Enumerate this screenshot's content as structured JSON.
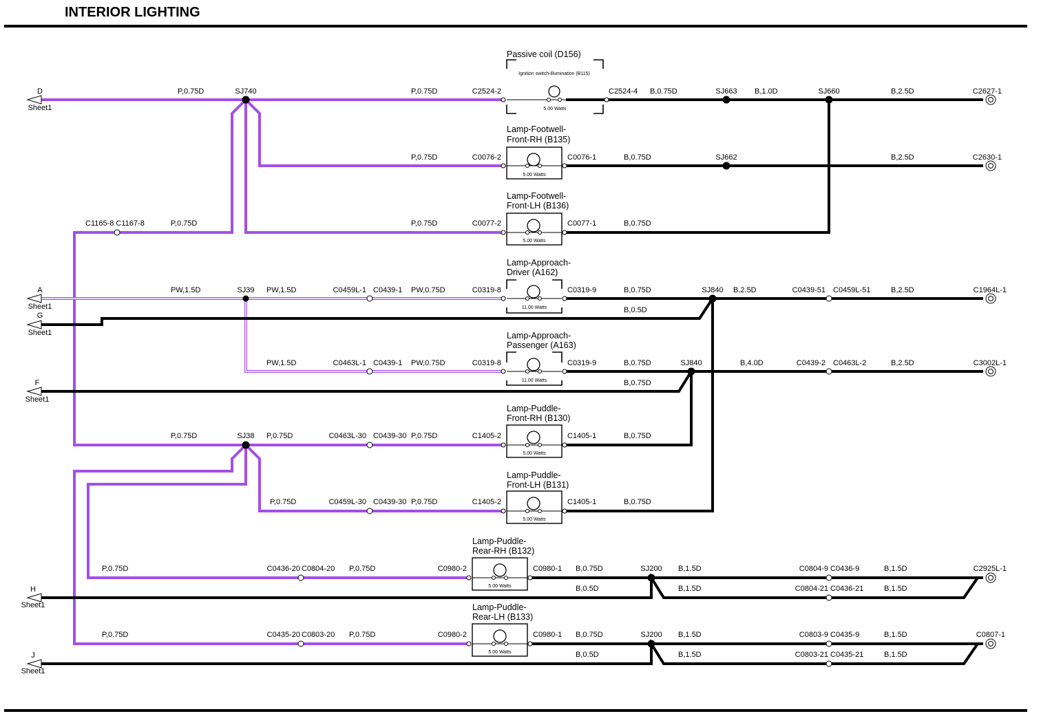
{
  "title": "INTERIOR LIGHTING",
  "sheet_refs": [
    {
      "id": "ref-d",
      "letter": "D",
      "sheet": "Sheet1"
    },
    {
      "id": "ref-a",
      "letter": "A",
      "sheet": "Sheet1"
    },
    {
      "id": "ref-g",
      "letter": "G",
      "sheet": "Sheet1"
    },
    {
      "id": "ref-f",
      "letter": "F",
      "sheet": "Sheet1"
    },
    {
      "id": "ref-h",
      "letter": "H",
      "sheet": "Sheet1"
    },
    {
      "id": "ref-j",
      "letter": "J",
      "sheet": "Sheet1"
    }
  ],
  "components": [
    {
      "id": "d156",
      "name": "Passive coil (D156)",
      "inner_label": "Ignition switch-illumination (B115)",
      "watts": "5.00 Watts"
    },
    {
      "id": "b135",
      "name_line1": "Lamp-Footwell-",
      "name_line2": "Front-RH (B135)",
      "watts": "5.00 Watts"
    },
    {
      "id": "b136",
      "name_line1": "Lamp-Footwell-",
      "name_line2": "Front-LH (B136)",
      "watts": "5.00 Watts"
    },
    {
      "id": "a162",
      "name_line1": "Lamp-Approach-",
      "name_line2": "Driver (A162)",
      "watts": "11.00 Watts"
    },
    {
      "id": "a163",
      "name_line1": "Lamp-Approach-",
      "name_line2": "Passenger (A163)",
      "watts": "11.00 Watts"
    },
    {
      "id": "b130",
      "name_line1": "Lamp-Puddle-",
      "name_line2": "Front-RH (B130)",
      "watts": "5.00 Watts"
    },
    {
      "id": "b131",
      "name_line1": "Lamp-Puddle-",
      "name_line2": "Front-LH (B131)",
      "watts": "5.00 Watts"
    },
    {
      "id": "b132",
      "name_line1": "Lamp-Puddle-",
      "name_line2": "Rear-RH (B132)",
      "watts": "5.00 Watts"
    },
    {
      "id": "b133",
      "name_line1": "Lamp-Puddle-",
      "name_line2": "Rear-LH (B133)",
      "watts": "5.00 Watts"
    }
  ],
  "splices": {
    "sj740": "SJ740",
    "sj663": "SJ663",
    "sj660": "SJ660",
    "sj662": "SJ662",
    "sj39": "SJ39",
    "sj840": "SJ840",
    "sj38": "SJ38",
    "sj200": "SJ200"
  },
  "connectors": {
    "c2524_2": "C2524-2",
    "c2524_4": "C2524-4",
    "c2627_1": "C2627-1",
    "c0076_2": "C0076-2",
    "c0076_1": "C0076-1",
    "c2630_1": "C2630-1",
    "c1165_c1167": "C1165-8 C1167-8",
    "c0077_2": "C0077-2",
    "c0077_1": "C0077-1",
    "c0459l_1": "C0459L-1",
    "c0439_1": "C0439-1",
    "c0319_8": "C0319-8",
    "c0319_9": "C0319-9",
    "c0439_51": "C0439-51",
    "c0459l_51": "C0459L-51",
    "c1964l_1": "C1964L-1",
    "c0463l_1": "C0463L-1",
    "c0439_2": "C0439-2",
    "c0463l_2": "C0463L-2",
    "c3002l_1": "C3002L-1",
    "c0463l_30": "C0463L-30",
    "c0439_30": "C0439-30",
    "c1405_2": "C1405-2",
    "c1405_1": "C1405-1",
    "c0459l_30": "C0459L-30",
    "c0436_20": "C0436-20",
    "c0804_20": "C0804-20",
    "c0980_2": "C0980-2",
    "c0980_1": "C0980-1",
    "c0804_9": "C0804-9",
    "c0436_9": "C0436-9",
    "c2925l_1": "C2925L-1",
    "c0804_21": "C0804-21",
    "c0436_21": "C0436-21",
    "c0435_20": "C0435-20",
    "c0803_20": "C0803-20",
    "c0803_9": "C0803-9",
    "c0435_9": "C0435-9",
    "c0807_1": "C0807-1",
    "c0803_21": "C0803-21",
    "c0435_21": "C0435-21"
  },
  "wires": {
    "p075": "P,0.75D",
    "pw15": "PW,1.5D",
    "pw075": "PW,0.75D",
    "b075": "B,0.75D",
    "b10": "B,1.0D",
    "b25": "B,2.5D",
    "b05": "B,0.5D",
    "b40": "B,4.0D",
    "b15": "B,1.5D"
  },
  "colors": {
    "purple": "#a24fe8",
    "black": "#000000",
    "white_stripe": "#ffffff"
  }
}
